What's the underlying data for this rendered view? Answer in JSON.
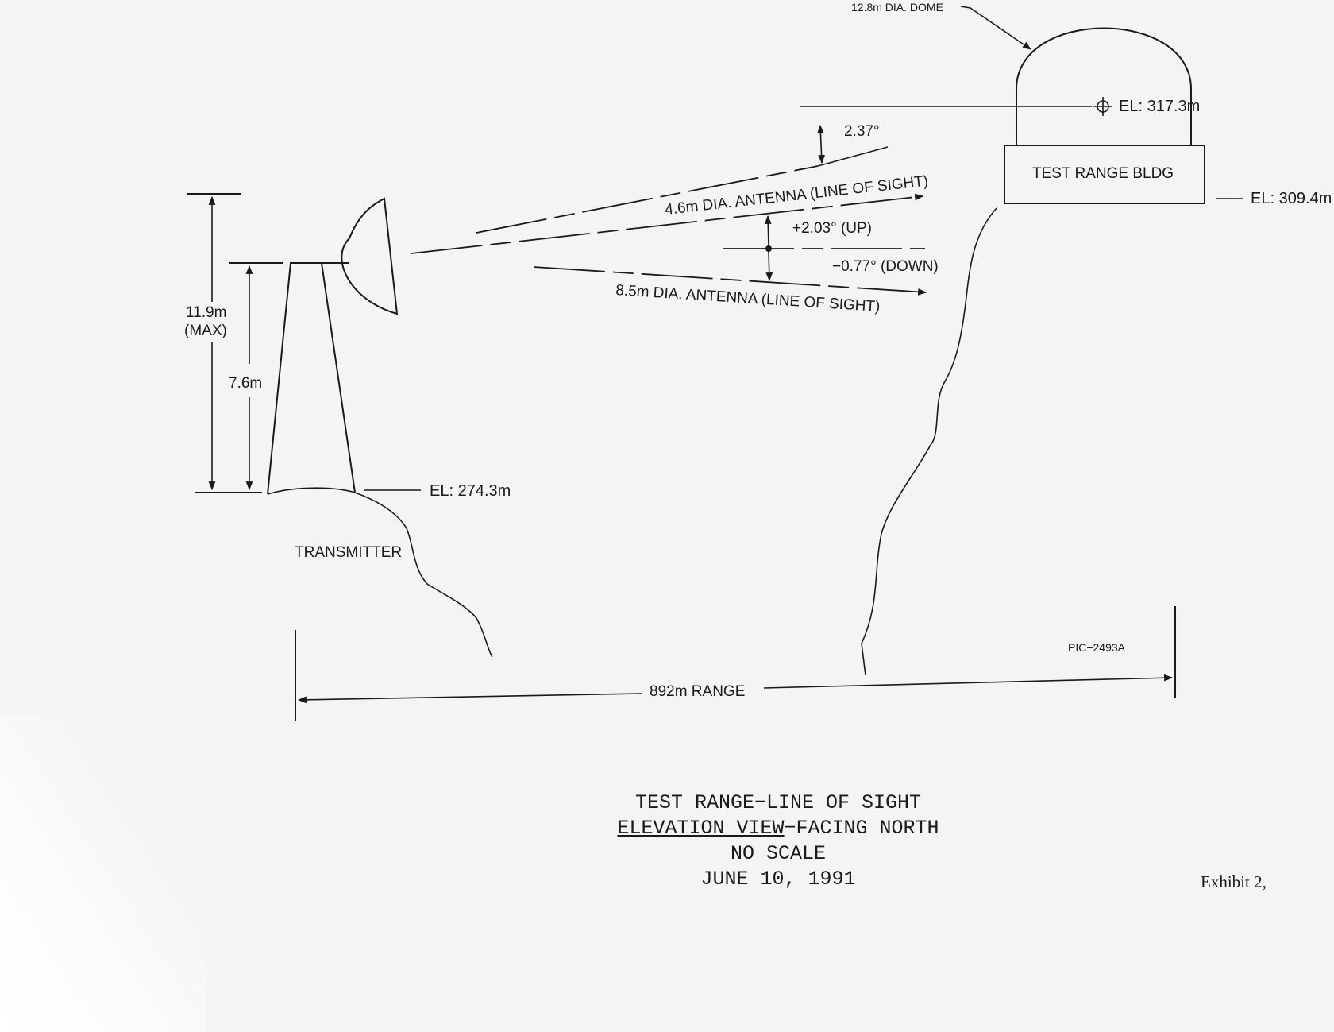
{
  "labels": {
    "dome": "12.8m DIA. DOME",
    "el_dome": "EL: 317.3m",
    "angle_main": "2.37°",
    "bldg": "TEST RANGE BLDG",
    "el_bldg": "EL: 309.4m",
    "antenna_small": "4.6m DIA. ANTENNA (LINE OF SIGHT)",
    "angle_up": "+2.03° (UP)",
    "angle_down": "−0.77° (DOWN)",
    "antenna_large": "8.5m DIA. ANTENNA (LINE OF SIGHT)",
    "height_max_value": "11.9m",
    "height_max_note": "(MAX)",
    "height_tower": "7.6m",
    "el_tx": "EL: 274.3m",
    "transmitter": "TRANSMITTER",
    "ref_code": "PIC−2493A",
    "range": "892m RANGE"
  },
  "caption": {
    "line1": "TEST RANGE−LINE OF SIGHT",
    "line2_underlined": "ELEVATION VIEW",
    "line2_rest": "−FACING NORTH",
    "line3": "NO SCALE",
    "line4": "JUNE 10, 1991"
  },
  "exhibit": "Exhibit 2,"
}
